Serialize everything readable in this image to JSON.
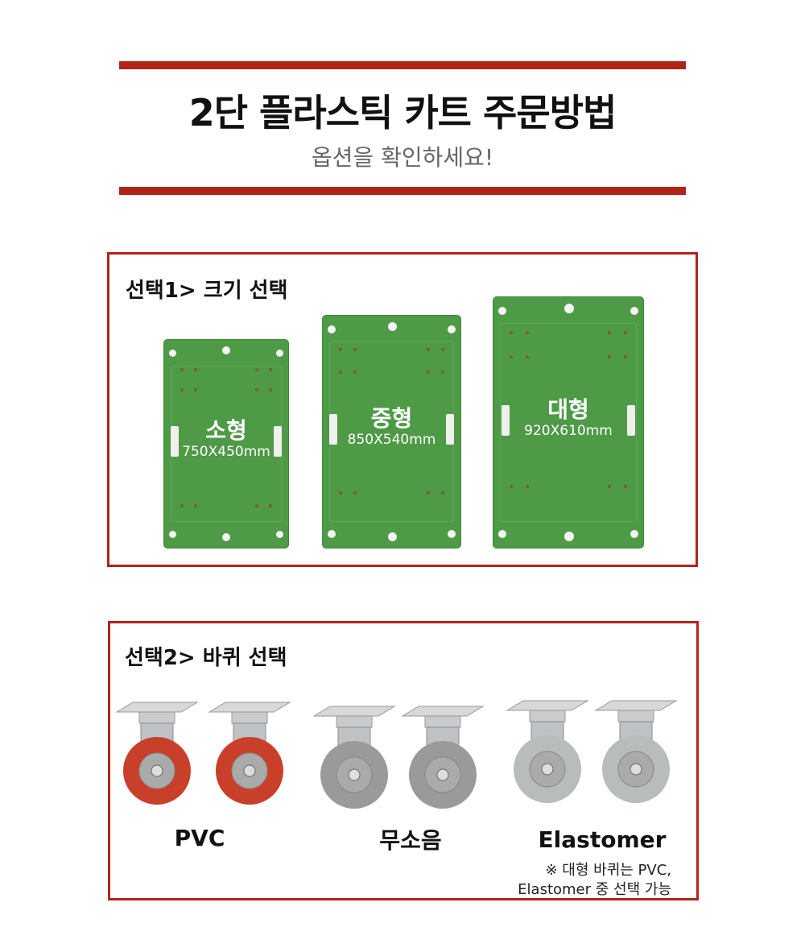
{
  "header": {
    "title": "2단 플라스틱 카트 주문방법",
    "subtitle": "옵션을 확인하세요!"
  },
  "size_section": {
    "label": "선택1> 크기 선택",
    "boards": [
      {
        "name": "소형",
        "size": "750X450mm"
      },
      {
        "name": "중형",
        "size": "850X540mm"
      },
      {
        "name": "대형",
        "size": "920X610mm"
      }
    ]
  },
  "wheel_section": {
    "label": "선택2> 바퀴 선택",
    "wheels": [
      {
        "name": "PVC",
        "tire_color": "#c8402a"
      },
      {
        "name": "무소음",
        "tire_color": "#9a9a9a"
      },
      {
        "name": "Elastomer",
        "tire_color": "#b8bcbd"
      }
    ],
    "note_line1": "※ 대형 바퀴는 PVC,",
    "note_line2": "Elastomer 중 선택 가능"
  },
  "colors": {
    "accent": "#b2241a",
    "board_green": "#4e9a47"
  }
}
